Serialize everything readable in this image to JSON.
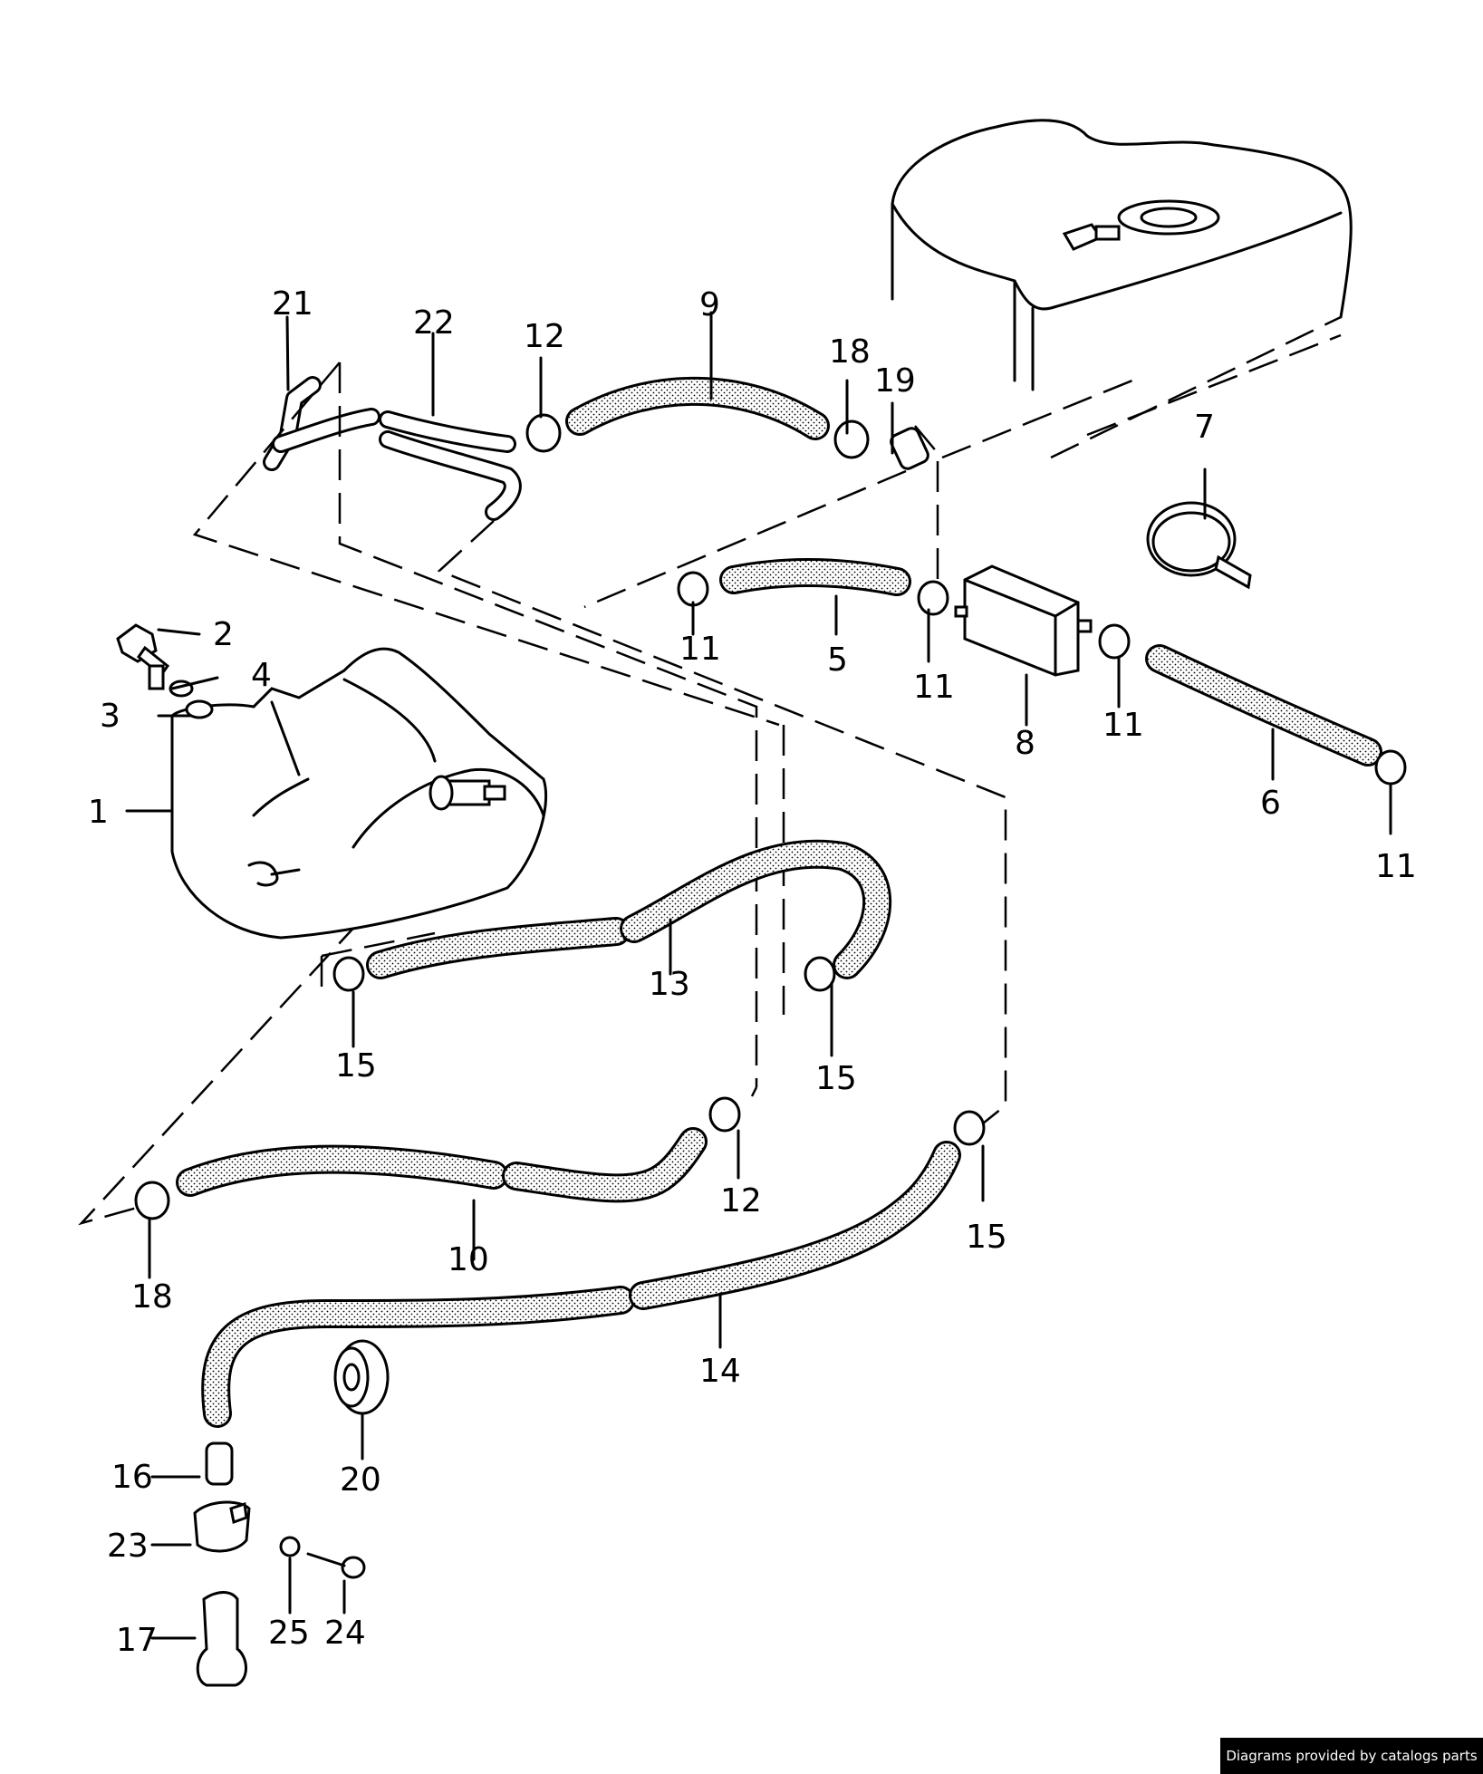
{
  "labels": {
    "l1": "1",
    "l2": "2",
    "l3": "3",
    "l4": "4",
    "l5": "5",
    "l6": "6",
    "l7": "7",
    "l8": "8",
    "l9": "9",
    "l10": "10",
    "l11a": "11",
    "l11b": "11",
    "l11c": "11",
    "l11d": "11",
    "l12a": "12",
    "l12b": "12",
    "l13": "13",
    "l14": "14",
    "l15a": "15",
    "l15b": "15",
    "l15c": "15",
    "l16": "16",
    "l17": "17",
    "l18a": "18",
    "l18b": "18",
    "l19": "19",
    "l20": "20",
    "l21": "21",
    "l22": "22",
    "l23": "23",
    "l24": "24",
    "l25": "25"
  },
  "credit": "Diagrams provided by catalogs parts",
  "colors": {
    "line": "#000000",
    "background": "#ffffff",
    "credit_bg": "#000000",
    "credit_text": "#ffffff"
  }
}
